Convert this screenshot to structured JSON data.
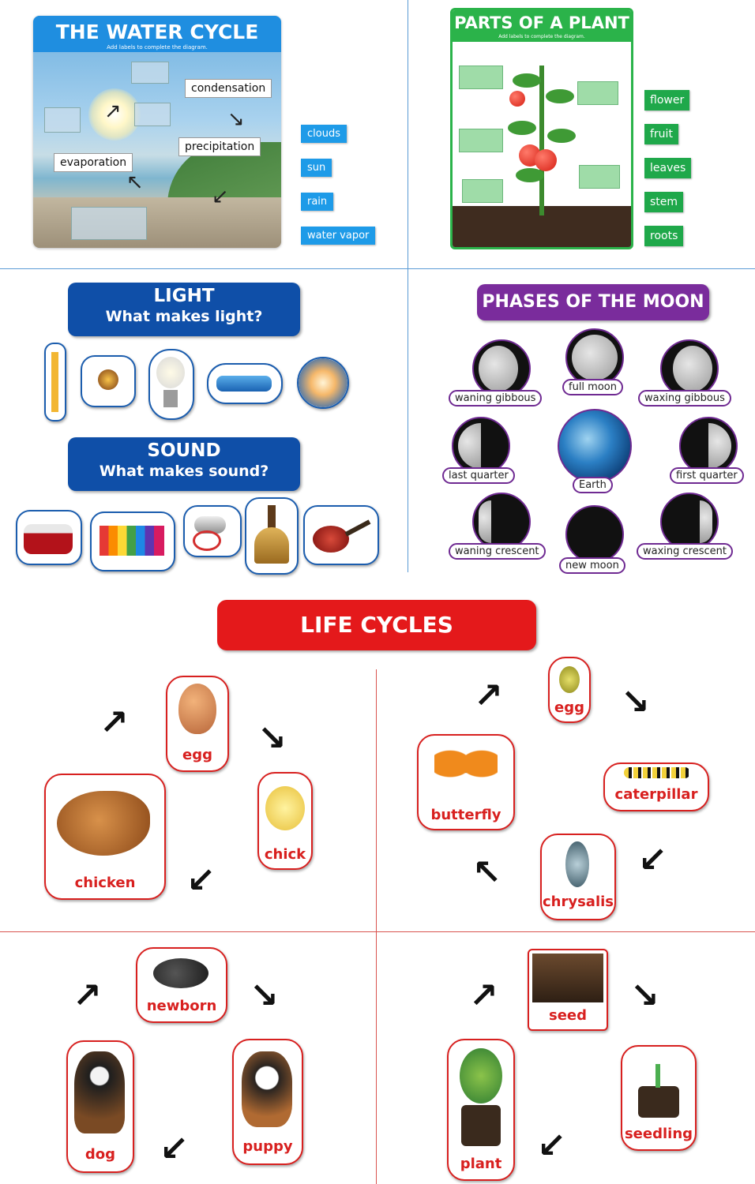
{
  "water_cycle": {
    "title": "THE WATER CYCLE",
    "subtitle": "Add labels to complete the diagram.",
    "labels": [
      "condensation",
      "precipitation",
      "evaporation"
    ],
    "chips": [
      "clouds",
      "sun",
      "rain",
      "water vapor"
    ]
  },
  "plant": {
    "title": "PARTS OF A PLANT",
    "subtitle": "Add labels to complete the diagram.",
    "chips": [
      "flower",
      "fruit",
      "leaves",
      "stem",
      "roots"
    ]
  },
  "light": {
    "title": "LIGHT",
    "question": "What makes light?"
  },
  "sound": {
    "title": "SOUND",
    "question": "What makes sound?"
  },
  "moon": {
    "title": "PHASES OF THE MOON",
    "phases": [
      "full moon",
      "waning gibbous",
      "waxing gibbous",
      "last quarter",
      "Earth",
      "first quarter",
      "waning crescent",
      "new moon",
      "waxing crescent"
    ]
  },
  "life_cycles": {
    "title": "LIFE CYCLES",
    "chicken": [
      "egg",
      "chick",
      "chicken"
    ],
    "butterfly": [
      "egg",
      "caterpillar",
      "chrysalis",
      "butterfly"
    ],
    "dog": [
      "newborn",
      "puppy",
      "dog"
    ],
    "plant": [
      "seed",
      "seedling",
      "plant"
    ]
  },
  "colors": {
    "blue": "#1e9be8",
    "green": "#1fa84a",
    "navy": "#0f4fa8",
    "purple": "#7a2c9c",
    "red": "#e4191b"
  }
}
